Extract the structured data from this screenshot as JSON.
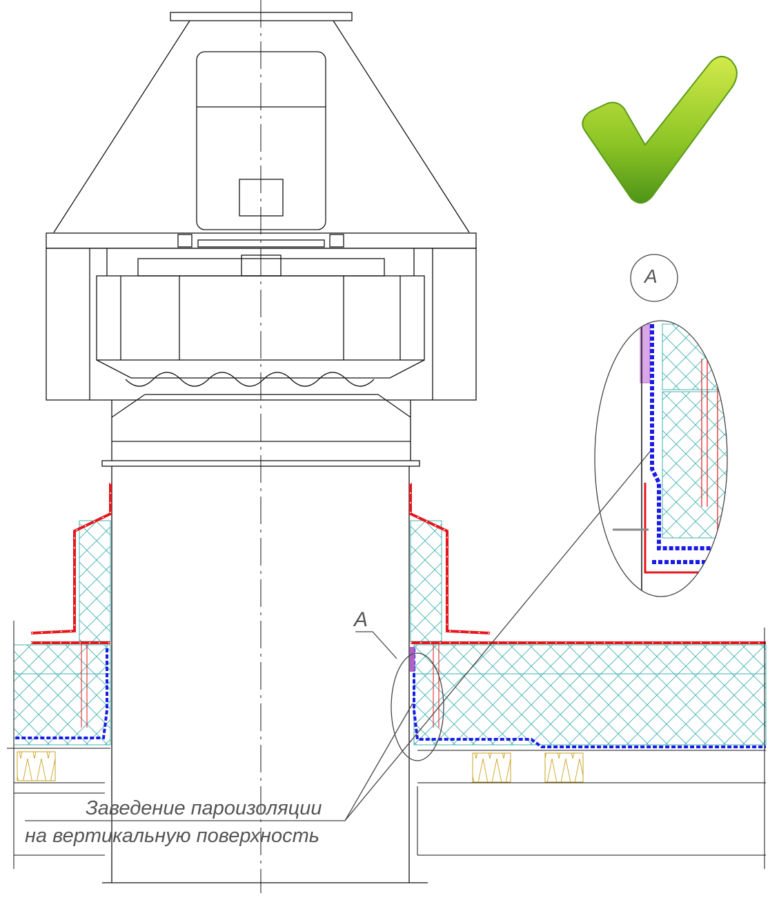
{
  "drawing": {
    "note_line1": "Заведение пароизоляции",
    "note_line2": "на вертикальную поверхность",
    "section_marker": "A",
    "detail_callout": "A",
    "status_icon": "checkmark-icon",
    "colors": {
      "roof_membrane": "#e3161b",
      "vapor_barrier": "#1a1ae6",
      "insulation_hatch": "#3fb0b0",
      "check_green": "#7dbb1e",
      "lines": "#111111"
    }
  }
}
